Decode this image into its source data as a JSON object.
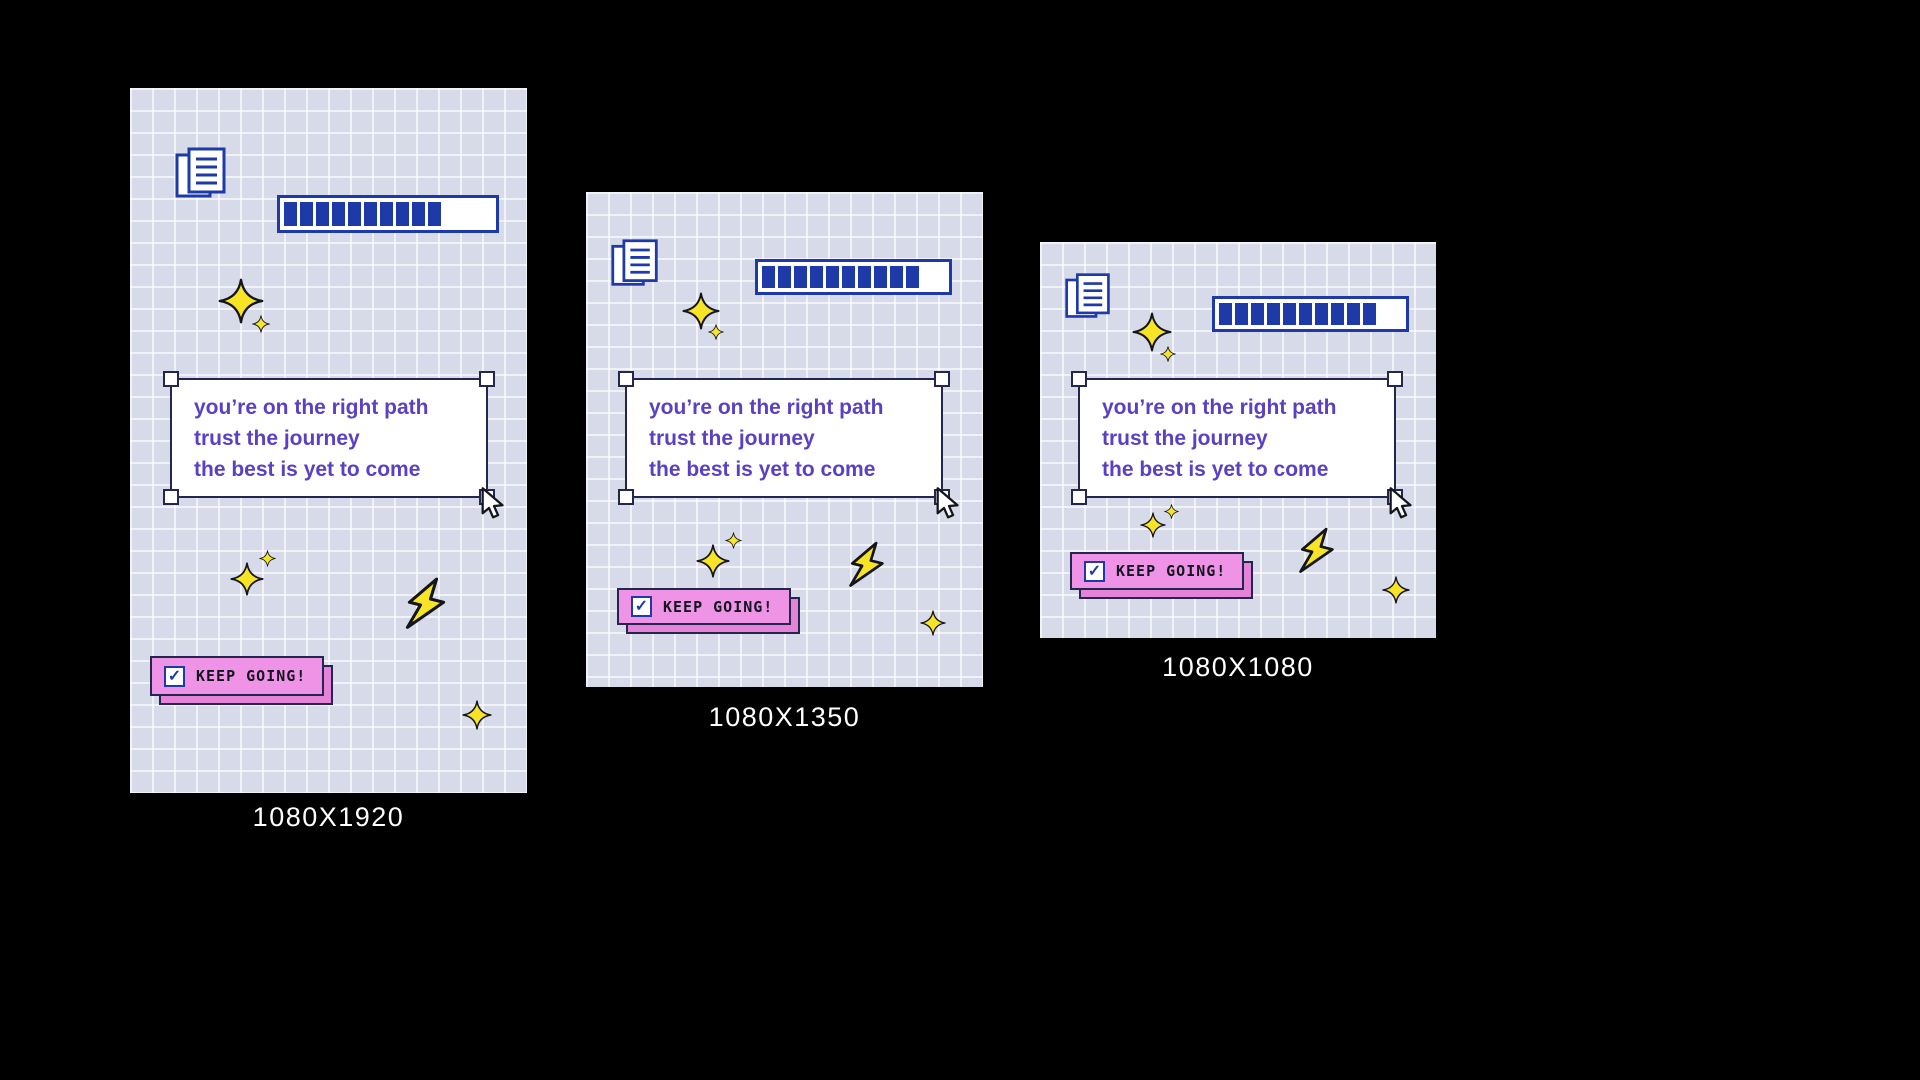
{
  "page": {
    "background": "#000000"
  },
  "artboards": [
    {
      "id": "story",
      "size_label": "1080X1920"
    },
    {
      "id": "portrait",
      "size_label": "1080X1350"
    },
    {
      "id": "square",
      "size_label": "1080X1080"
    }
  ],
  "quote": {
    "line1": "you’re on the right path",
    "line2": "trust the journey",
    "line3": "the best is yet to come"
  },
  "badge": {
    "label": "KEEP GOING!",
    "checked": true,
    "check_glyph": "✓"
  },
  "progress_bar": {
    "filled_segments": 10,
    "fill_percent": 75
  },
  "icons": {
    "documents": "copy-pages-icon",
    "sparkle": "four-point-star-icon",
    "lightning": "lightning-bolt-icon",
    "cursor": "arrow-cursor-icon",
    "checkbox": "checked-checkbox-icon"
  },
  "colors": {
    "canvas_bg": "#d7dae8",
    "grid_line": "#ffffff",
    "blue": "#1e3aa8",
    "purple_text": "#5b40c4",
    "pink": "#ef93e6",
    "pink_shadow": "#e583d9",
    "yellow": "#f8e427",
    "outline_dark": "#23264f",
    "label_white": "#ffffff"
  }
}
